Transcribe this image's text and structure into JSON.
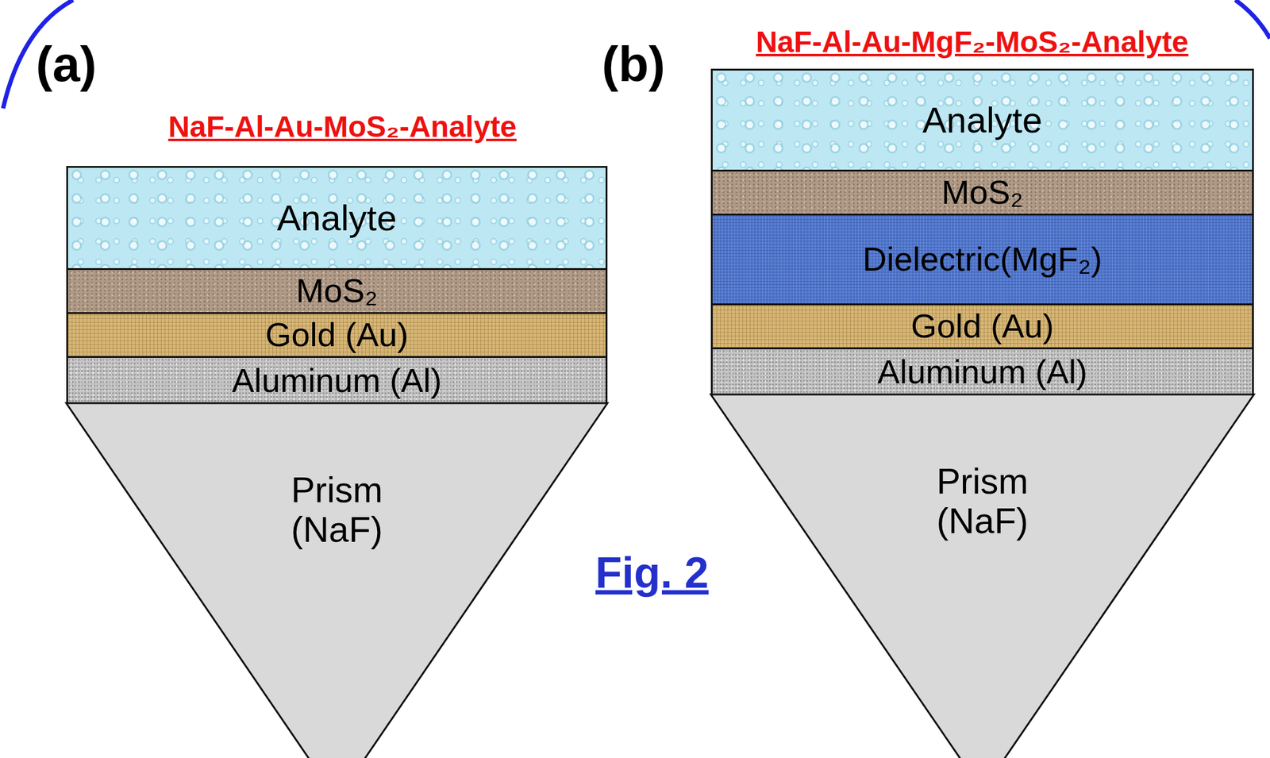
{
  "diagram": {
    "caption": "Fig. 2",
    "nodes": [
      {
        "text": [
          "Analyte"
        ]
      },
      {
        "text": [
          "MoS₂"
        ]
      },
      {
        "text": [
          "Gold (Au)"
        ]
      },
      {
        "text": [
          "Aluminum (Al)"
        ]
      },
      {
        "text": [
          "Prism (NaF)"
        ]
      },
      {
        "text": [
          "Analyte"
        ]
      },
      {
        "text": [
          "MoS₂"
        ]
      },
      {
        "text": [
          "Dielectric(MgF₂)"
        ]
      },
      {
        "text": [
          "Gold (Au)"
        ]
      },
      {
        "text": [
          "Aluminum (Al)"
        ]
      },
      {
        "text": [
          "Prism (NaF)"
        ]
      }
    ],
    "labels": [
      "(a)",
      "NaF-Al-Au-MoS₂-Analyte",
      "(b)",
      "NaF-Al-Au-MgF₂-MoS₂-Analyte"
    ]
  }
}
